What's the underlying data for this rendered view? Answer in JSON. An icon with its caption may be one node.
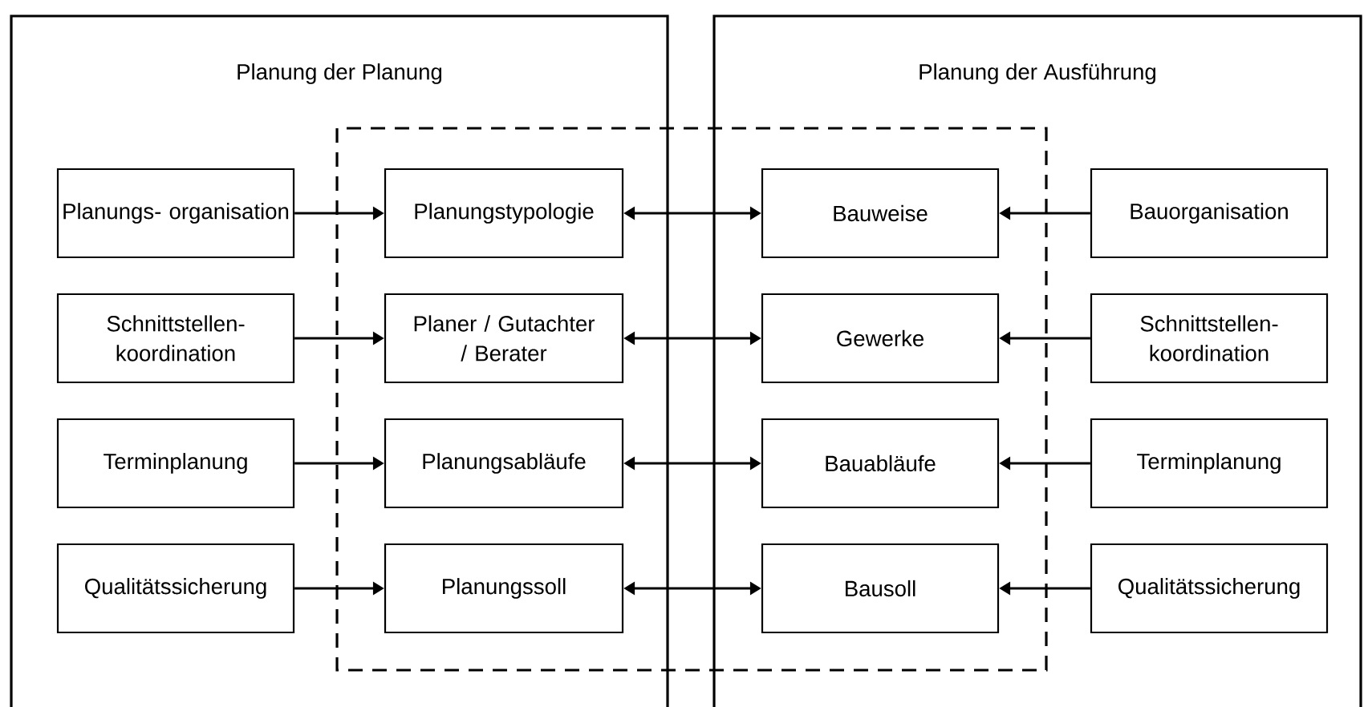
{
  "diagram": {
    "nodes": [
      {
        "text": [
          "Planung der Planung"
        ]
      },
      {
        "text": [
          "Planungs- organisation"
        ],
        "in": 0
      },
      {
        "text": [
          "Planungstypologie"
        ],
        "in": 0
      },
      {
        "text": [
          "Schnittstellen- koordination"
        ],
        "in": 0
      },
      {
        "text": [
          "Planer / Gutachter / Berater"
        ],
        "in": 0
      },
      {
        "text": [
          "Terminplanung"
        ],
        "in": 0
      },
      {
        "text": [
          "Planungsabläufe"
        ],
        "in": 0
      },
      {
        "text": [
          "Qualitätssicherung"
        ],
        "in": 0
      },
      {
        "text": [
          "Planungssoll"
        ],
        "in": 0
      },
      {
        "text": [
          "Planung der Ausführung"
        ]
      },
      {
        "text": [
          "Bauweise"
        ],
        "in": 9
      },
      {
        "text": [
          "Bauorganisation"
        ],
        "in": 9
      },
      {
        "text": [
          "Gewerke"
        ],
        "in": 9
      },
      {
        "text": [
          "Schnittstellen- koordination"
        ],
        "in": 9
      },
      {
        "text": [
          "Bauabläufe"
        ],
        "in": 9
      },
      {
        "text": [
          "Terminplanung"
        ],
        "in": 9
      },
      {
        "text": [
          "Bausoll"
        ],
        "in": 9
      },
      {
        "text": [
          "Qualitätssicherung"
        ],
        "in": 9
      }
    ],
    "edges": [
      {
        "from": 1,
        "to": 2,
        "arrow": "to"
      },
      {
        "from": 3,
        "to": 4,
        "arrow": "to"
      },
      {
        "from": 5,
        "to": 6,
        "arrow": "to"
      },
      {
        "from": 7,
        "to": 8,
        "arrow": "to"
      },
      {
        "from": 2,
        "to": 10,
        "arrow": "both"
      },
      {
        "from": 4,
        "to": 12,
        "arrow": "both"
      },
      {
        "from": 6,
        "to": 14,
        "arrow": "both"
      },
      {
        "from": 8,
        "to": 16,
        "arrow": "both"
      },
      {
        "from": 11,
        "to": 10,
        "arrow": "to"
      },
      {
        "from": 13,
        "to": 12,
        "arrow": "to"
      },
      {
        "from": 15,
        "to": 14,
        "arrow": "to"
      },
      {
        "from": 17,
        "to": 16,
        "arrow": "to"
      }
    ]
  }
}
